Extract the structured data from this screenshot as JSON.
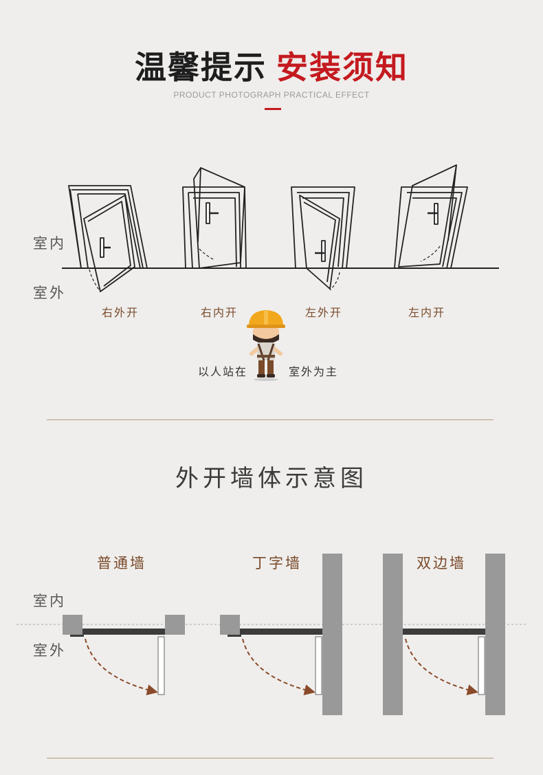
{
  "header": {
    "title_dark": "温馨提示",
    "title_red": "安装须知",
    "subtitle": "PRODUCT PHOTOGRAPH PRACTICAL EFFECT"
  },
  "doors_section": {
    "indoor_label": "室内",
    "outdoor_label": "室外",
    "doors": [
      {
        "label": "右外开"
      },
      {
        "label": "右内开"
      },
      {
        "label": "左外开"
      },
      {
        "label": "左内开"
      }
    ],
    "note_left": "以人站在",
    "note_right": "室外为主"
  },
  "walls_section": {
    "title": "外开墙体示意图",
    "indoor_label": "室内",
    "outdoor_label": "室外",
    "walls": [
      {
        "label": "普通墙"
      },
      {
        "label": "丁字墙"
      },
      {
        "label": "双边墙"
      }
    ]
  },
  "colors": {
    "accent_red": "#c41a1f",
    "label_brown": "#7a4a2a",
    "arrow_brown": "#8a4a2a",
    "wall_gray": "#999999"
  }
}
